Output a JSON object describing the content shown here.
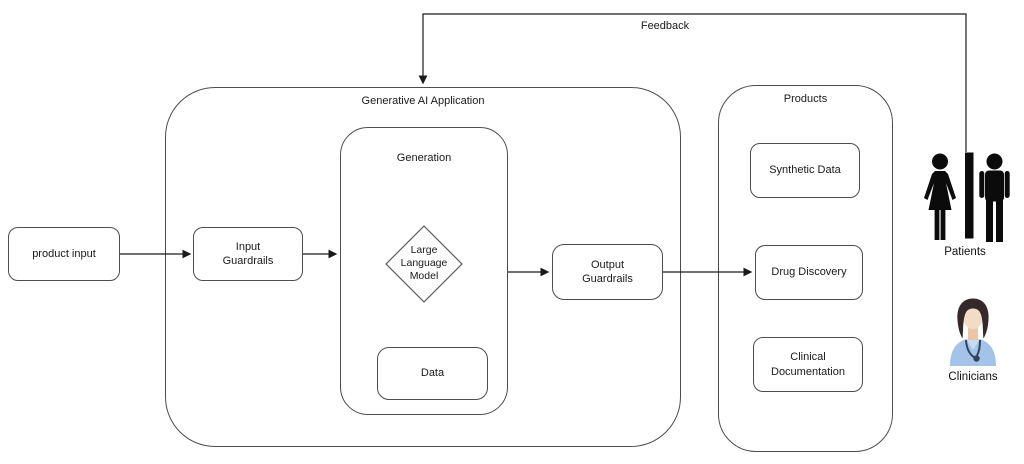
{
  "containers": {
    "generative_ai_application": {
      "label": "Generative AI Application"
    },
    "generation": {
      "label": "Generation"
    },
    "products": {
      "label": "Products"
    }
  },
  "nodes": {
    "product_input": {
      "label": "product input"
    },
    "input_guardrails": {
      "label": "Input\nGuardrails"
    },
    "llm": {
      "label": "Large\nLanguage\nModel",
      "shape": "diamond"
    },
    "data": {
      "label": "Data"
    },
    "output_guardrails": {
      "label": "Output\nGuardrails"
    },
    "synthetic_data": {
      "label": "Synthetic Data"
    },
    "drug_discovery": {
      "label": "Drug Discovery"
    },
    "clinical_documentation": {
      "label": "Clinical\nDocumentation"
    }
  },
  "connectors": {
    "feedback": {
      "label": "Feedback",
      "from": "patients",
      "to": "generative_ai_application"
    },
    "flow": [
      {
        "from": "product_input",
        "to": "input_guardrails"
      },
      {
        "from": "input_guardrails",
        "to": "generation"
      },
      {
        "from": "generation",
        "to": "output_guardrails"
      },
      {
        "from": "output_guardrails",
        "to": "drug_discovery"
      }
    ]
  },
  "actors": {
    "patients": {
      "label": "Patients",
      "icon": "restroom-figures-icon"
    },
    "clinicians": {
      "label": "Clinicians",
      "icon": "clinician-avatar-icon"
    }
  },
  "colors": {
    "background": "#ffffff",
    "box_stroke": "#4d4d4d",
    "connector": "#1a1a1a",
    "text": "#1a1a1a",
    "patients_silhouette": "#0b0b0b",
    "clinician_scrubs": "#a3c4e8",
    "clinician_scrubs_light": "#c9ddf2",
    "clinician_hair": "#35282a",
    "clinician_skin": "#f3dcc5",
    "clinician_stethoscope": "#33455c"
  }
}
